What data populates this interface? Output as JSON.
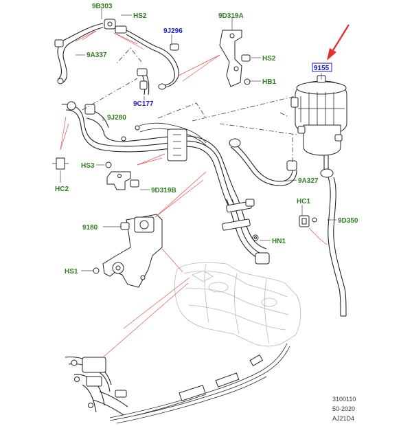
{
  "callouts": [
    {
      "id": "9B303",
      "text": "9B303",
      "color": "green"
    },
    {
      "id": "HS2-top",
      "text": "HS2",
      "color": "green"
    },
    {
      "id": "9J296",
      "text": "9J296",
      "color": "blue"
    },
    {
      "id": "9D319A",
      "text": "9D319A",
      "color": "green"
    },
    {
      "id": "9A337",
      "text": "9A337",
      "color": "green"
    },
    {
      "id": "HS2-right",
      "text": "HS2",
      "color": "green"
    },
    {
      "id": "HB1",
      "text": "HB1",
      "color": "green"
    },
    {
      "id": "9155",
      "text": "9155",
      "color": "blue"
    },
    {
      "id": "9C177",
      "text": "9C177",
      "color": "blue"
    },
    {
      "id": "9J280",
      "text": "9J280",
      "color": "green"
    },
    {
      "id": "HS3",
      "text": "HS3",
      "color": "green"
    },
    {
      "id": "9A327",
      "text": "9A327",
      "color": "green"
    },
    {
      "id": "HC2",
      "text": "HC2",
      "color": "green"
    },
    {
      "id": "9D319B",
      "text": "9D319B",
      "color": "green"
    },
    {
      "id": "HC1",
      "text": "HC1",
      "color": "green"
    },
    {
      "id": "9D350",
      "text": "9D350",
      "color": "green"
    },
    {
      "id": "9180",
      "text": "9180",
      "color": "green"
    },
    {
      "id": "HN1",
      "text": "HN1",
      "color": "green"
    },
    {
      "id": "HS1",
      "text": "HS1",
      "color": "green"
    }
  ],
  "reference": {
    "line1": "3100110",
    "line2": "50-2020",
    "line3": "AJ21D4"
  },
  "colors": {
    "label_green": "#2e7d1f",
    "label_blue": "#1a1acc",
    "arrow_red": "#e03030",
    "highlight_box": "#1a1acc"
  },
  "icons": {
    "pointer": "red-arrow-icon"
  }
}
